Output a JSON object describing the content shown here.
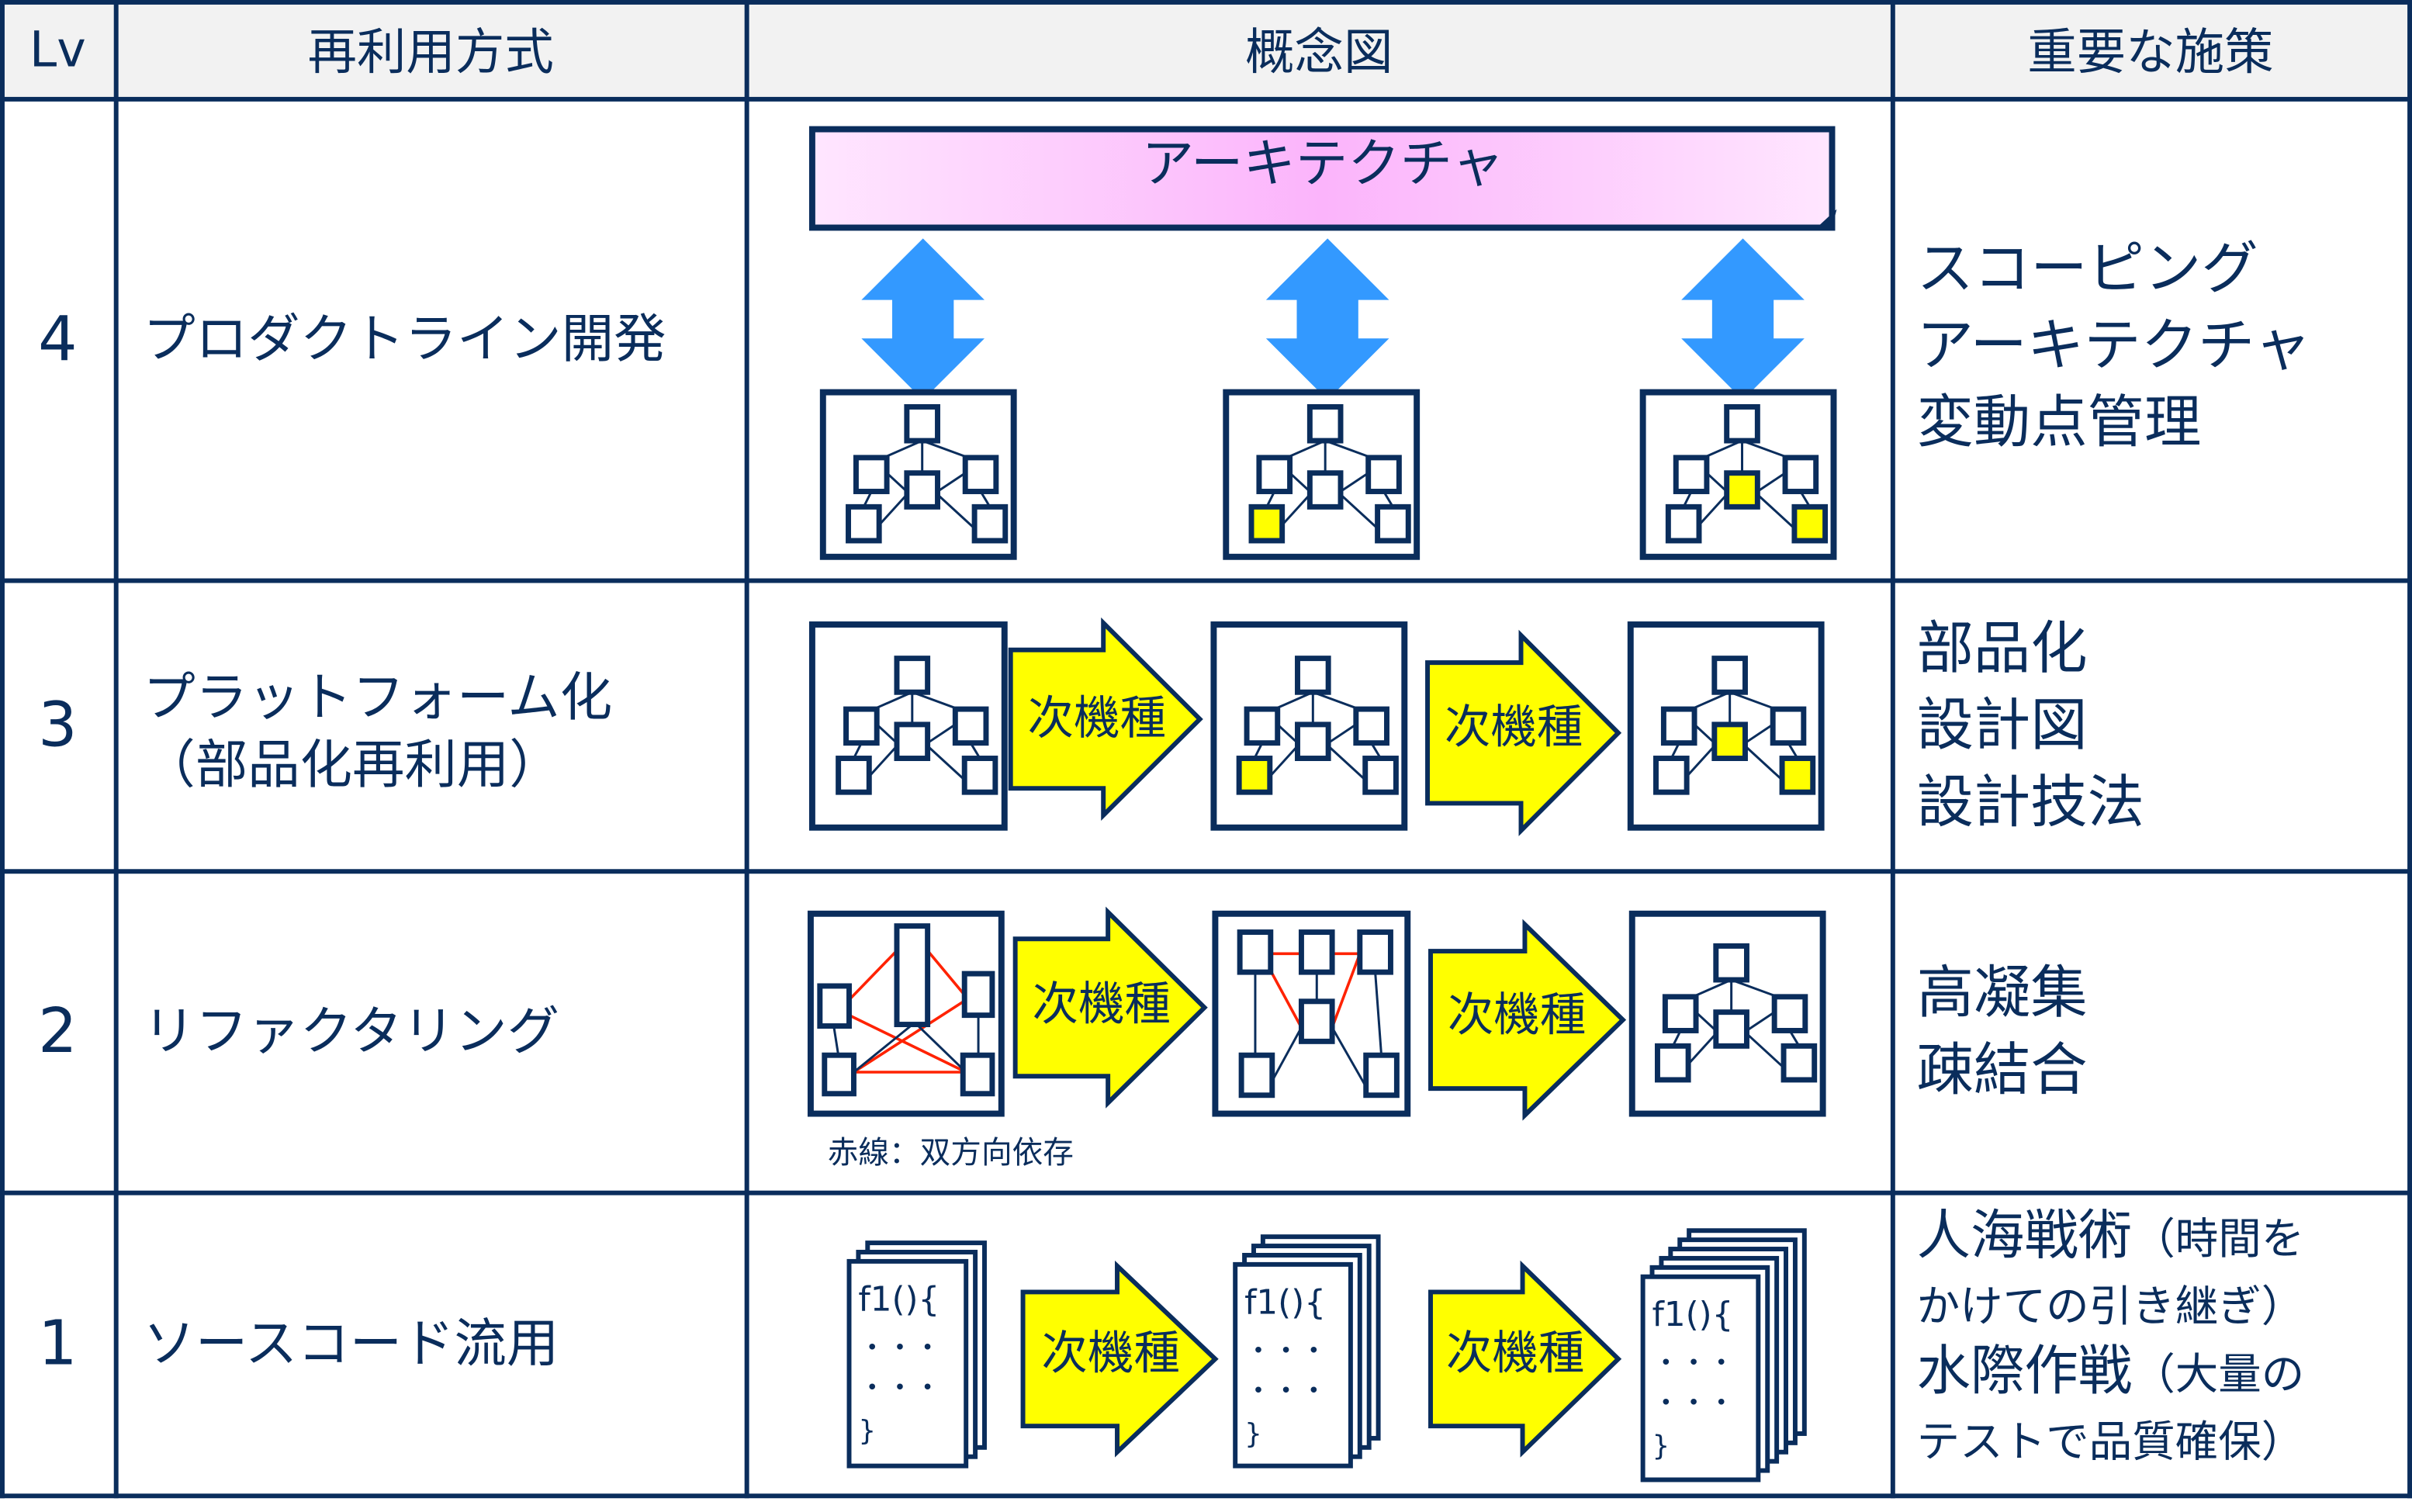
{
  "header": {
    "lv": "Lv",
    "method": "再利用方式",
    "concept": "概念図",
    "measures": "重要な施策"
  },
  "rows": [
    {
      "lv": "4",
      "method": [
        "プロダクトライン開発"
      ],
      "measures": [
        "スコーピング",
        "アーキテクチャ",
        "変動点管理"
      ]
    },
    {
      "lv": "3",
      "method": [
        "プラットフォーム化",
        "（部品化再利用）"
      ],
      "measures": [
        "部品化",
        "設計図",
        "設計技法"
      ]
    },
    {
      "lv": "2",
      "method": [
        "リファクタリング"
      ],
      "measures": [
        "高凝集",
        "疎結合"
      ]
    },
    {
      "lv": "1",
      "method": [
        "ソースコード流用"
      ],
      "measures_rich": [
        {
          "main": "人海戦術",
          "note": "（時間を"
        },
        {
          "main": "",
          "note": "かけての引き継ぎ）"
        },
        {
          "main": "水際作戦",
          "note": "（大量の"
        },
        {
          "main": "",
          "note": "テストで品質確保）"
        }
      ]
    }
  ],
  "concept": {
    "architecture_label": "アーキテクチャ",
    "next_model_label": "次機種",
    "red_line_legend": "赤線：双方向依存",
    "code_lines": [
      "f1(){",
      "・・・",
      "・・・",
      "}"
    ],
    "colors": {
      "navy": "#0a2d5c",
      "highlight": "#ffff00",
      "arrow_blue": "#3399ff",
      "dependency_red": "#ff2200"
    }
  }
}
